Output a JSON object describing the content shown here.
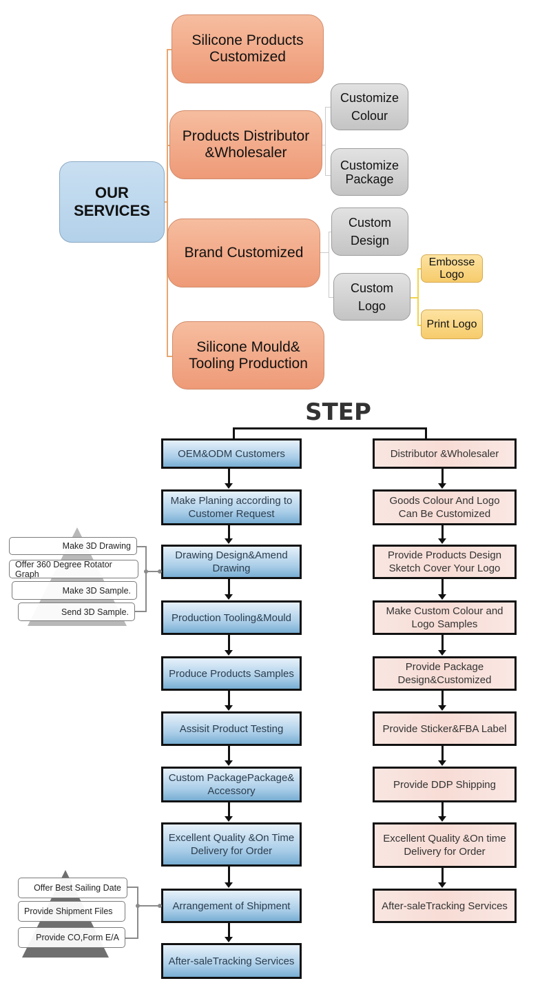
{
  "services": {
    "root": {
      "line1": "OUR",
      "line2": "SERVICES"
    },
    "branches": [
      {
        "line1": "Silicone Products",
        "line2": "Customized"
      },
      {
        "line1": "Products Distributor",
        "line2": "&Wholesaler"
      },
      {
        "line1": "Brand Customized",
        "line2": ""
      },
      {
        "line1": "Silicone Mould&",
        "line2": "Tooling Production"
      }
    ],
    "distributor_children": [
      {
        "line1": "Customize",
        "line2": "Colour"
      },
      {
        "line1": "Customize",
        "line2": "Package"
      }
    ],
    "brand_children": [
      {
        "line1": "Custom",
        "line2": "Design"
      },
      {
        "line1": "Custom",
        "line2": "Logo"
      }
    ],
    "logo_children": [
      {
        "line1": "Embosse",
        "line2": "Logo"
      },
      {
        "line1": "Print Logo",
        "line2": ""
      }
    ],
    "colors": {
      "root": "#b3d1ea",
      "branch": "#ee9a77",
      "child": "#c4c4c4",
      "leaf": "#f6cb6b"
    }
  },
  "step": {
    "title": "STEP",
    "left_column": [
      {
        "line1": "OEM&ODM Customers",
        "line2": ""
      },
      {
        "line1": "Make Planing according to",
        "line2": "Customer Request"
      },
      {
        "line1": "Drawing Design&Amend",
        "line2": "Drawing"
      },
      {
        "line1": "Production Tooling&Mould",
        "line2": ""
      },
      {
        "line1": "Produce Products Samples",
        "line2": ""
      },
      {
        "line1": "Assisit Product Testing",
        "line2": ""
      },
      {
        "line1": "Custom PackagePackage&",
        "line2": "Accessory"
      },
      {
        "line1": "Excellent Quality &On Time",
        "line2": "Delivery for Order"
      },
      {
        "line1": "Arrangement of Shipment",
        "line2": ""
      },
      {
        "line1": "After-saleTracking Services",
        "line2": ""
      }
    ],
    "right_column": [
      {
        "line1": "Distributor &Wholesaler",
        "line2": ""
      },
      {
        "line1": "Goods Colour And Logo",
        "line2": "Can Be Customized"
      },
      {
        "line1": "Provide Products Design",
        "line2": "Sketch Cover Your Logo"
      },
      {
        "line1": "Make Custom Colour and",
        "line2": "Logo Samples"
      },
      {
        "line1": "Provide Package",
        "line2": "Design&Customized"
      },
      {
        "line1": "Provide Sticker&FBA Label",
        "line2": ""
      },
      {
        "line1": "Provide DDP Shipping",
        "line2": ""
      },
      {
        "line1": "Excellent Quality &On time",
        "line2": "Delivery for Order"
      },
      {
        "line1": "After-saleTracking Services",
        "line2": ""
      }
    ],
    "drawing_side_items": [
      "Make 3D Drawing",
      "Offer 360 Degree Rotator Graph",
      "Make 3D Sample.",
      "Send 3D Sample."
    ],
    "shipment_side_items": [
      "Offer Best Sailing Date",
      "Provide Shipment Files",
      "Provide CO,Form E/A"
    ],
    "colors": {
      "left_box": "#a9cde8",
      "right_box": "#f7dcd5",
      "border": "#111111"
    }
  }
}
